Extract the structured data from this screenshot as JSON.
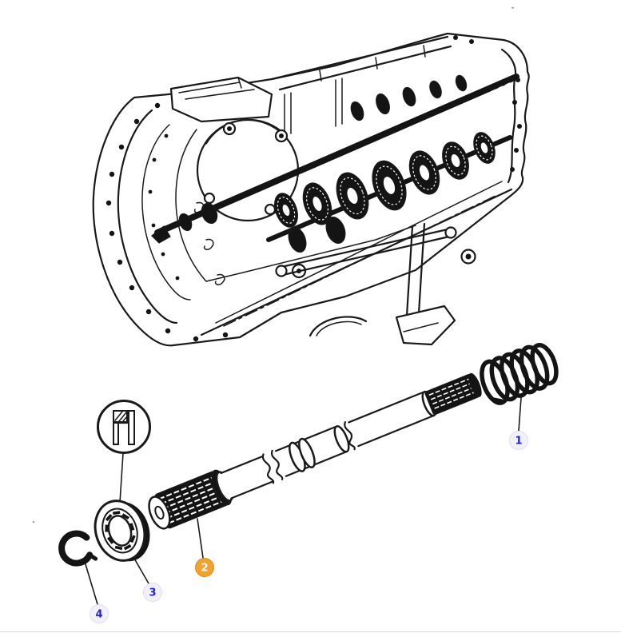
{
  "diagram": {
    "kind": "exploded-parts-drawing",
    "assembly_view": "transmission-gearbox-housing-with-gear-shaft",
    "detail_symbol": "bearing-cross-section-icon",
    "line_color": "#1a1a1a",
    "background": "#ffffff",
    "footer_rule_color": "#d8dadd",
    "callouts": [
      {
        "label": "1",
        "part": "coil-spring",
        "badge_fill": "#f1f1fb",
        "badge_stroke": "#dddef2",
        "text_color": "#2424cd",
        "highlighted": false
      },
      {
        "label": "2",
        "part": "splined-gear-shaft",
        "badge_fill": "#f0a232",
        "badge_stroke": "#e09018",
        "text_color": "#ffffff",
        "highlighted": true
      },
      {
        "label": "3",
        "part": "roller-bearing",
        "badge_fill": "#f1f1fb",
        "badge_stroke": "#dddef2",
        "text_color": "#2424cd",
        "highlighted": false
      },
      {
        "label": "4",
        "part": "snap-ring",
        "badge_fill": "#f1f1fb",
        "badge_stroke": "#dddef2",
        "text_color": "#2424cd",
        "highlighted": false
      }
    ]
  }
}
